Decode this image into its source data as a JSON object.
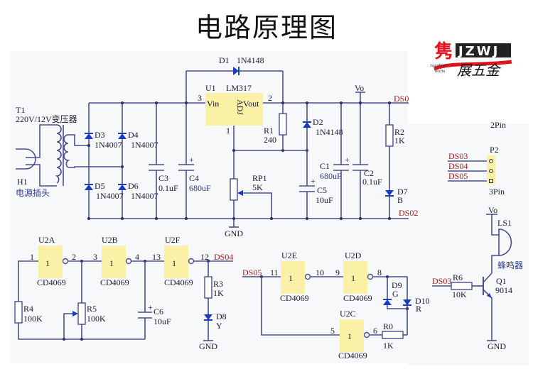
{
  "title": "电路原理图",
  "logo": {
    "mark": "隽",
    "brand": "JZWJ",
    "sub1": "JuanZhan",
    "sub2": "WuJin",
    "slogan": "展五金",
    "color_red": "#e0141c"
  },
  "power": {
    "T1": "T1",
    "T1_desc": "220V/12V变压器",
    "H1": "H1",
    "H1_desc": "电源插头",
    "D3": "D3",
    "D4": "D4",
    "D5": "D5",
    "D6": "D6",
    "rect_part": "1N4007",
    "C3": "C3",
    "C3_val": "0.1uF",
    "C4": "C4",
    "C4_val": "680uF",
    "D1": "D1",
    "D1_val": "1N4148",
    "U1": "U1",
    "U1_val": "LM317",
    "vin": "Vin",
    "vout": "Vout",
    "adj": "ADJ",
    "pin3": "3",
    "pin2": "2",
    "pin1": "1",
    "R1": "R1",
    "R1_val": "240",
    "RP1": "RP1",
    "RP1_val": "5K",
    "gnd": "GND",
    "D2": "D2",
    "D2_val": "1N4148",
    "C5": "C5",
    "C5_val": "10uF",
    "C1": "C1",
    "C1_val": "680uF",
    "C2": "C2",
    "C2_val": "0.1uF",
    "vo": "Vo",
    "R2": "R2",
    "R2_val": "1K",
    "D7": "D7",
    "D7_val": "B",
    "net_top": "DS0",
    "net_bottom": "DS02"
  },
  "connector": {
    "partial_label": "2Pin",
    "P2": "P2",
    "P2_val": "3Pin",
    "nets": [
      "DS03",
      "DS04",
      "DS05"
    ]
  },
  "oscillator": {
    "gates": [
      {
        "ref": "U2A",
        "part": "CD4069",
        "pin_in": "1",
        "pin_out": "2"
      },
      {
        "ref": "U2B",
        "part": "CD4069",
        "pin_in": "3",
        "pin_out": "4"
      },
      {
        "ref": "U2F",
        "part": "CD4069",
        "pin_in": "13",
        "pin_out": "12"
      }
    ],
    "gate_symbol": "1",
    "R4": "R4",
    "R4_val": "100K",
    "R5": "R5",
    "R5_val": "100K",
    "C6": "C6",
    "C6_val": "10uF",
    "R3": "R3",
    "R3_val": "1K",
    "D8": "D8",
    "D8_val": "Y",
    "net_out": "DS04",
    "gnd": "GND"
  },
  "flasher": {
    "net_in": "DS05",
    "gates": [
      {
        "ref": "U2E",
        "part": "CD4069",
        "pin_in": "11",
        "pin_out": "10"
      },
      {
        "ref": "U2D",
        "part": "CD4069",
        "pin_in": "9",
        "pin_out": "8"
      },
      {
        "ref": "U2C",
        "part": "CD4069",
        "pin_in": "5",
        "pin_out": "6"
      }
    ],
    "D9": "D9",
    "D9_val": "G",
    "D10": "D10",
    "D10_val": "R",
    "R0": "R0",
    "R0_val": "1K"
  },
  "buzzer": {
    "vo": "Vo",
    "LS1": "LS1",
    "LS1_desc": "蜂鸣器",
    "net_in": "DS03",
    "R6": "R6",
    "R6_val": "10K",
    "Q1": "Q1",
    "Q1_val": "9014",
    "gnd": "GND"
  }
}
